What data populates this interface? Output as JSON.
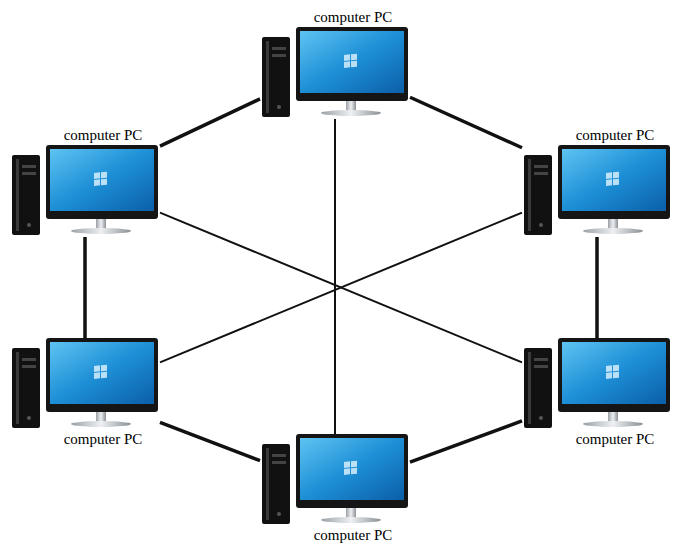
{
  "diagram": {
    "nodes": [
      {
        "text": [
          "computer PC"
        ]
      },
      {
        "text": [
          "computer PC"
        ]
      },
      {
        "text": [
          "computer PC"
        ]
      },
      {
        "text": [
          "computer PC"
        ]
      },
      {
        "text": [
          "computer PC"
        ]
      },
      {
        "text": [
          "computer PC"
        ]
      }
    ],
    "edges": [
      {
        "from": 0,
        "to": 2,
        "arrow": "none"
      },
      {
        "from": 2,
        "to": 4,
        "arrow": "none"
      },
      {
        "from": 4,
        "to": 5,
        "arrow": "none"
      },
      {
        "from": 5,
        "to": 3,
        "arrow": "none"
      },
      {
        "from": 3,
        "to": 1,
        "arrow": "none"
      },
      {
        "from": 1,
        "to": 0,
        "arrow": "none"
      },
      {
        "from": 0,
        "to": 5,
        "arrow": "none"
      },
      {
        "from": 1,
        "to": 4,
        "arrow": "none"
      },
      {
        "from": 2,
        "to": 3,
        "arrow": "none"
      }
    ]
  }
}
